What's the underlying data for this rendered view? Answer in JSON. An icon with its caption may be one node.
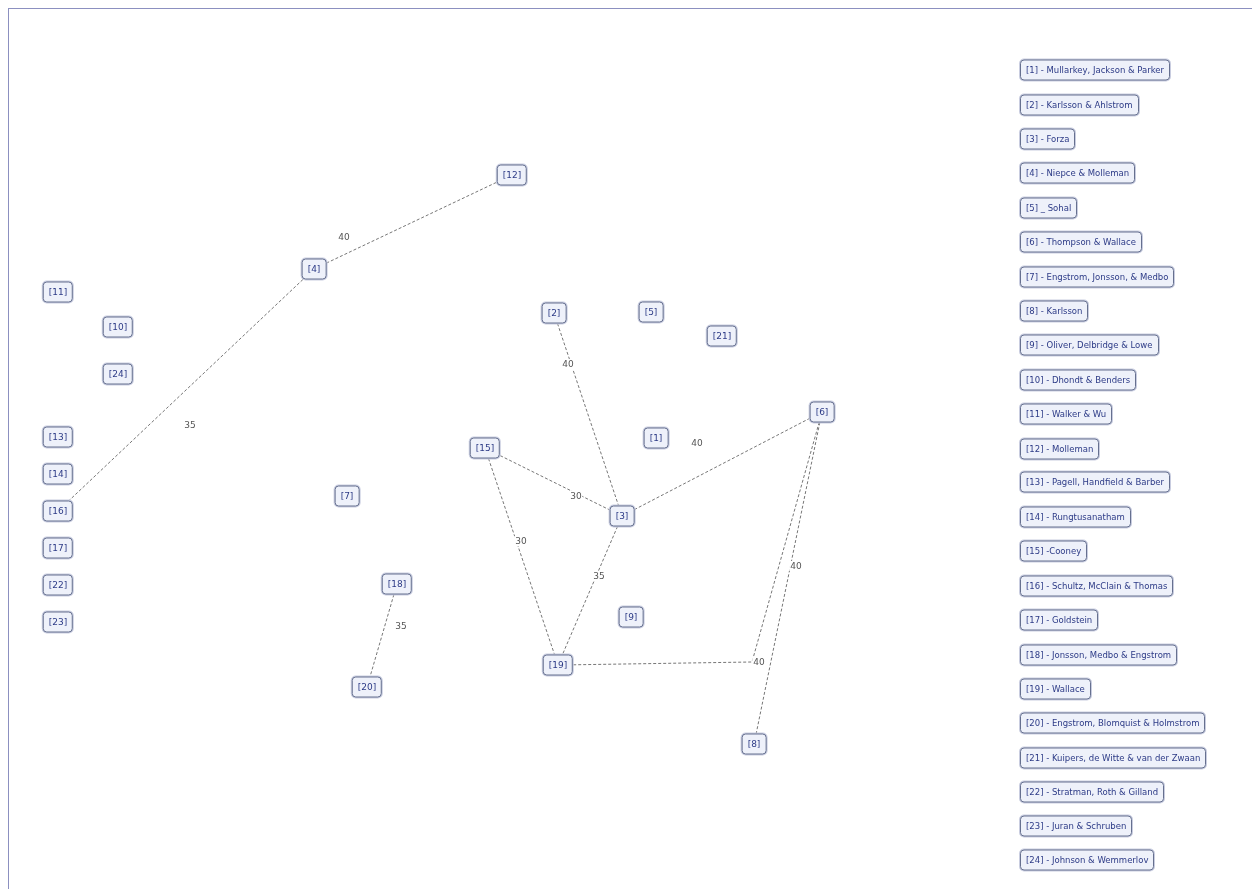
{
  "diagram": {
    "nodes": [
      {
        "text": [
          "[1]"
        ]
      },
      {
        "text": [
          "[2]"
        ]
      },
      {
        "text": [
          "[3]"
        ]
      },
      {
        "text": [
          "[4]"
        ]
      },
      {
        "text": [
          "[5]"
        ]
      },
      {
        "text": [
          "[6]"
        ]
      },
      {
        "text": [
          "[7]"
        ]
      },
      {
        "text": [
          "[8]"
        ]
      },
      {
        "text": [
          "[9]"
        ]
      },
      {
        "text": [
          "[10]"
        ]
      },
      {
        "text": [
          "[11]"
        ]
      },
      {
        "text": [
          "[12]"
        ]
      },
      {
        "text": [
          "[13]"
        ]
      },
      {
        "text": [
          "[14]"
        ]
      },
      {
        "text": [
          "[15]"
        ]
      },
      {
        "text": [
          "[16]"
        ]
      },
      {
        "text": [
          "[17]"
        ]
      },
      {
        "text": [
          "[18]"
        ]
      },
      {
        "text": [
          "[19]"
        ]
      },
      {
        "text": [
          "[20]"
        ]
      },
      {
        "text": [
          "[21]"
        ]
      },
      {
        "text": [
          "[22]"
        ]
      },
      {
        "text": [
          "[23]"
        ]
      },
      {
        "text": [
          "[24]"
        ]
      },
      {
        "text": [
          "[1] - Mullarkey, Jackson & Parker"
        ]
      },
      {
        "text": [
          "[2] - Karlsson & Ahlstrom"
        ]
      },
      {
        "text": [
          "[3] - Forza"
        ]
      },
      {
        "text": [
          "[4] - Niepce & Molleman"
        ]
      },
      {
        "text": [
          "[5] _ Sohal"
        ]
      },
      {
        "text": [
          "[6] - Thompson & Wallace"
        ]
      },
      {
        "text": [
          "[7] - Engstrom, Jonsson, & Medbo"
        ]
      },
      {
        "text": [
          "[8] - Karlsson"
        ]
      },
      {
        "text": [
          "[9] - Oliver, Delbridge & Lowe"
        ]
      },
      {
        "text": [
          "[10] - Dhondt & Benders"
        ]
      },
      {
        "text": [
          "[11] - Walker & Wu"
        ]
      },
      {
        "text": [
          "[12] - Molleman"
        ]
      },
      {
        "text": [
          "[13] - Pagell, Handfield & Barber"
        ]
      },
      {
        "text": [
          "[14] - Rungtusanatham"
        ]
      },
      {
        "text": [
          "[15] -Cooney"
        ]
      },
      {
        "text": [
          "[16] - Schultz, McClain & Thomas"
        ]
      },
      {
        "text": [
          "[17] - Goldstein"
        ]
      },
      {
        "text": [
          "[18] - Jonsson, Medbo & Engstrom"
        ]
      },
      {
        "text": [
          "[19] - Wallace"
        ]
      },
      {
        "text": [
          "[20] - Engstrom, Blomquist & Holmstrom"
        ]
      },
      {
        "text": [
          "[21] - Kuipers, de Witte & van der Zwaan"
        ]
      },
      {
        "text": [
          "[22] - Stratman, Roth & Gilland"
        ]
      },
      {
        "text": [
          "[23] - Juran & Schruben"
        ]
      },
      {
        "text": [
          "[24] - Johnson & Wemmerlov"
        ]
      }
    ],
    "edges": [
      {
        "from": 3,
        "to": 11,
        "arrow": "none",
        "label": "40",
        "style": "dashed"
      },
      {
        "from": 3,
        "to": 15,
        "arrow": "none",
        "label": "35",
        "style": "dashed"
      },
      {
        "from": 1,
        "to": 2,
        "arrow": "none",
        "label": "40",
        "style": "dashed"
      },
      {
        "from": 2,
        "to": 5,
        "arrow": "none",
        "label": "40",
        "style": "dashed"
      },
      {
        "from": 14,
        "to": 2,
        "arrow": "none",
        "label": "30",
        "style": "dashed"
      },
      {
        "from": 14,
        "to": 18,
        "arrow": "none",
        "label": "30",
        "style": "dashed"
      },
      {
        "from": 2,
        "to": 18,
        "arrow": "none",
        "label": "35",
        "style": "dashed"
      },
      {
        "from": 17,
        "to": 19,
        "arrow": "none",
        "label": "35",
        "style": "dashed"
      },
      {
        "from": 18,
        "to": 5,
        "arrow": "none",
        "label": "40",
        "style": "dashed"
      },
      {
        "from": 5,
        "to": 7,
        "arrow": "none",
        "label": "40",
        "style": "dashed"
      }
    ]
  }
}
